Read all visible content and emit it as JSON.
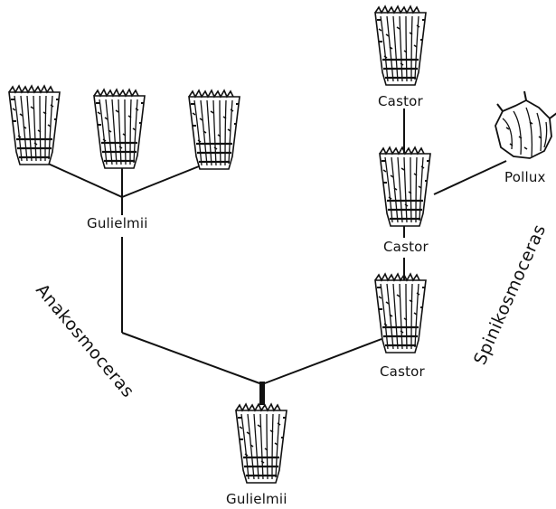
{
  "labels": {
    "guielmii_upper": "Gulielmii",
    "guielmii_base": "Gulielmii",
    "castor_top": "Castor",
    "castor_middle": "Castor",
    "castor_lower": "Castor",
    "pollux": "Pollux",
    "genus_left": "Anakosmoceras",
    "genus_right": "Spinikosmoceras"
  },
  "colors": {
    "ink": "#111111",
    "background": "#ffffff"
  }
}
